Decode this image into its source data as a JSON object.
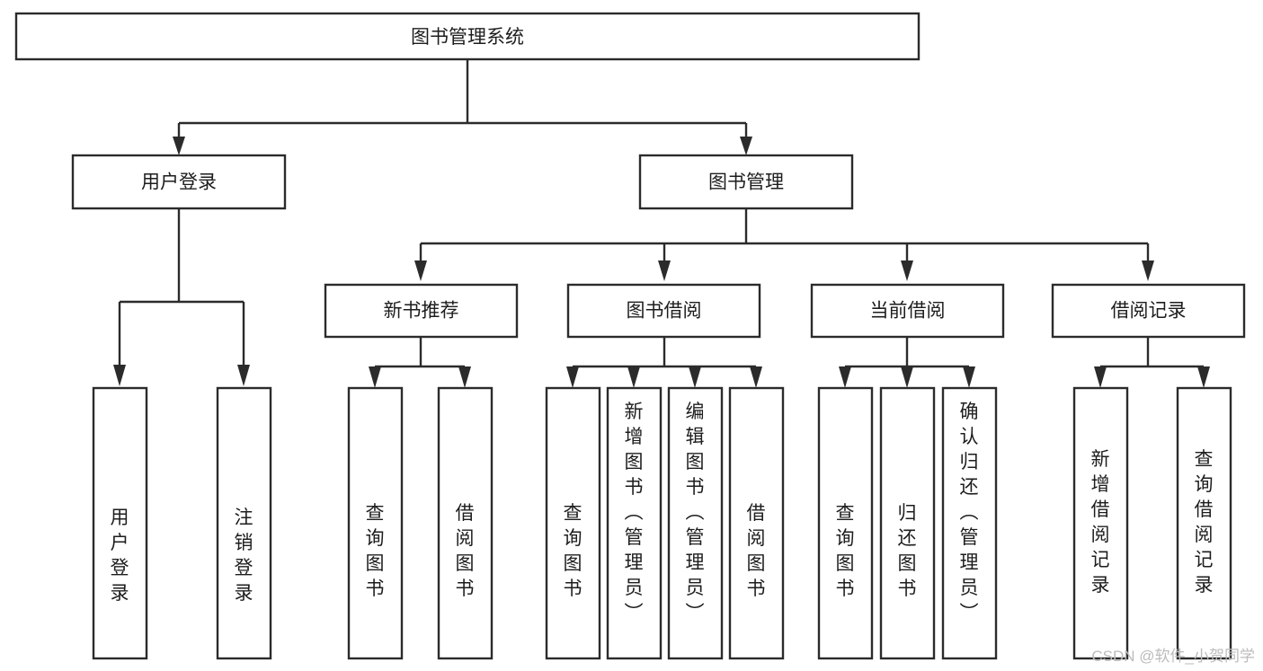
{
  "diagram": {
    "title": "图书管理系统",
    "type": "tree-hierarchy-diagram",
    "colors": {
      "stroke": "#2b2b2b",
      "box_fill": "#ffffff",
      "text": "#1d1d1d",
      "background": "#ffffff",
      "watermark": "#bcbcbc"
    },
    "root": {
      "label": "图书管理系统"
    },
    "level2": [
      {
        "label": "用户登录"
      },
      {
        "label": "图书管理"
      }
    ],
    "level3": [
      {
        "label": "新书推荐"
      },
      {
        "label": "图书借阅"
      },
      {
        "label": "当前借阅"
      },
      {
        "label": "借阅记录"
      }
    ],
    "leaves": {
      "user_login": [
        {
          "label": "用户登录"
        },
        {
          "label": "注销登录"
        }
      ],
      "new_book_recommend": [
        {
          "label": "查询图书"
        },
        {
          "label": "借阅图书"
        }
      ],
      "book_borrow": [
        {
          "label": "查询图书"
        },
        {
          "label": "新增图书（管理员）"
        },
        {
          "label": "编辑图书（管理员）"
        },
        {
          "label": "借阅图书"
        }
      ],
      "current_borrow": [
        {
          "label": "查询图书"
        },
        {
          "label": "归还图书"
        },
        {
          "label": "确认归还（管理员）"
        }
      ],
      "borrow_record": [
        {
          "label": "新增借阅记录"
        },
        {
          "label": "查询借阅记录"
        }
      ]
    },
    "watermark": "CSDN @软件_小贺同学"
  }
}
